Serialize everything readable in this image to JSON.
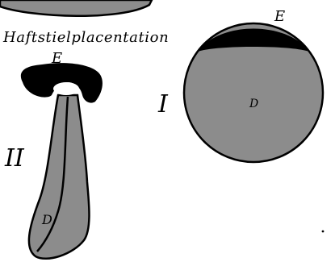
{
  "caption": "Haftstielplacentation",
  "figure_1": {
    "numeral": "I",
    "embryo_label": "E",
    "yolk_label": "D"
  },
  "figure_2": {
    "numeral": "II",
    "embryo_label": "E",
    "yolk_label": "D"
  },
  "colors": {
    "yolk_fill": "#8c8c8c",
    "embryo_fill": "#000000",
    "outline": "#000000",
    "background": "#ffffff"
  }
}
